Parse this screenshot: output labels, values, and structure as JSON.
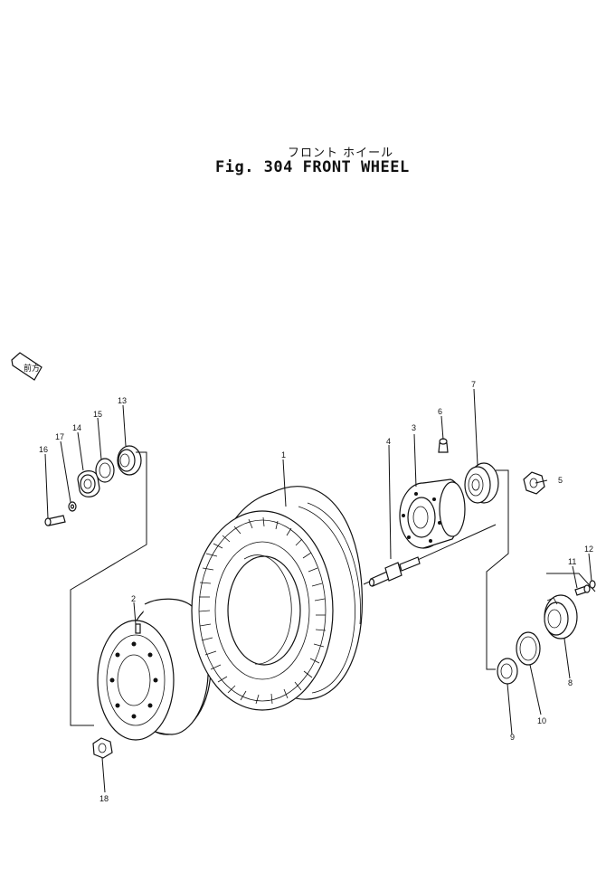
{
  "figure": {
    "title_jp": "フロント ホイール",
    "title_en": "Fig. 304 FRONT WHEEL",
    "direction_tag": "前方"
  },
  "parts": [
    {
      "no": "1"
    },
    {
      "no": "2"
    },
    {
      "no": "3"
    },
    {
      "no": "4"
    },
    {
      "no": "5"
    },
    {
      "no": "6"
    },
    {
      "no": "7"
    },
    {
      "no": "8"
    },
    {
      "no": "9"
    },
    {
      "no": "10"
    },
    {
      "no": "11"
    },
    {
      "no": "12"
    },
    {
      "no": "13"
    },
    {
      "no": "14"
    },
    {
      "no": "15"
    },
    {
      "no": "16"
    },
    {
      "no": "17"
    },
    {
      "no": "18"
    }
  ]
}
